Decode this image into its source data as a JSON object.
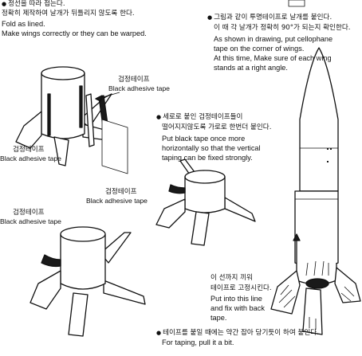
{
  "step_fold": {
    "ko": "정선을 따라 접는다.",
    "ko2": "정확히 제작하여 날개가 뒤틀리지 않도록 한다.",
    "en1": "Fold as lined.",
    "en2": "Make wings correctly or they can be warped."
  },
  "step_tape_corners": {
    "ko1": "그림과 같이 투명테이프로  날개를 붙인다.",
    "ko2": "이 때 각 날개가 정확히 90°가 되는지 확인한다.",
    "en1": "As shown in drawing, put cellophane",
    "en2": "tape on the corner of wings.",
    "en3": "At this time, Make sure of each wing",
    "en4": "stands at a right angle."
  },
  "step_black_tape": {
    "ko1": "세로로 붙인 검정테이프들이",
    "ko2": "떨어지지않도록 가로로 한번더 붙인다.",
    "en1": "Put black tape once more",
    "en2": "horizontally so that the vertical",
    "en3": "taping can be fixed strongly."
  },
  "step_fix_line": {
    "ko1": "이 선까지 끼워",
    "ko2": "테이프로 고정시킨다.",
    "en1": "Put into this line",
    "en2": "and fix with back",
    "en3": "tape."
  },
  "step_pull": {
    "ko": "테이프를 붙일 때에는 약간 잡아 당기듯이 하여 붙인다.",
    "en": "For taping, pull it a bit."
  },
  "labels": {
    "top_ko": "검정테이프",
    "top_en": "Black adhesive tape",
    "left_ko": "검정테이프",
    "left_en": "Black adhesive tape",
    "mid_ko": "검정테이프",
    "mid_en": "Black adhesive tape",
    "bottom_ko": "검정테이프",
    "bottom_en": "Black adhesive tape"
  }
}
